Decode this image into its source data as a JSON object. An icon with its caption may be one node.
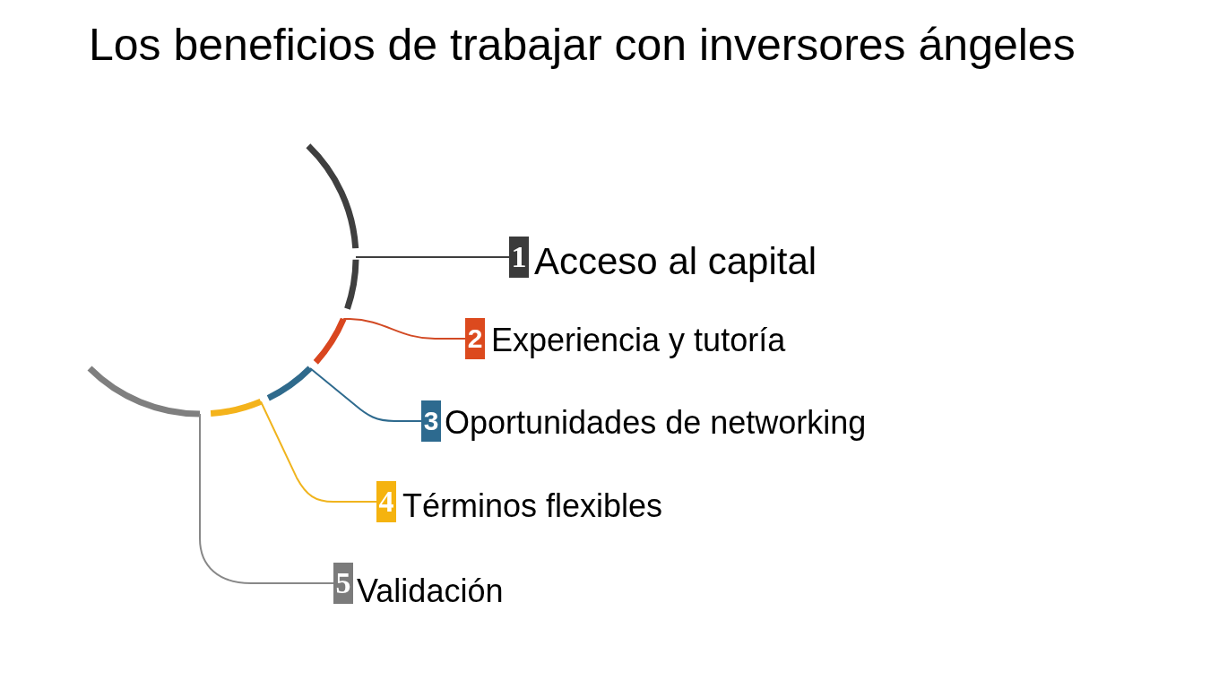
{
  "diagram": {
    "title": "Los beneficios de trabajar con inversores ángeles",
    "nodes": [
      {
        "text": [
          "1"
        ],
        "beside": [
          "Acceso al capital"
        ]
      },
      {
        "text": [
          "2"
        ],
        "beside": [
          "Experiencia y tutoría"
        ]
      },
      {
        "text": [
          "3"
        ],
        "beside": [
          "Oportunidades de networking"
        ]
      },
      {
        "text": [
          "4"
        ],
        "beside": [
          "Términos flexibles"
        ]
      },
      {
        "text": [
          "5"
        ],
        "beside": [
          "Validación"
        ]
      },
      {
        "text": [],
        "shape": "arc"
      },
      {
        "text": [],
        "shape": "arc"
      },
      {
        "text": [],
        "shape": "arc"
      },
      {
        "text": [],
        "shape": "arc"
      },
      {
        "text": [],
        "shape": "arc"
      }
    ],
    "edges": [
      {
        "from": 5,
        "to": 0,
        "arrow": "none",
        "color": "#3e3e3e"
      },
      {
        "from": 6,
        "to": 1,
        "arrow": "none",
        "color": "#d24a24"
      },
      {
        "from": 7,
        "to": 2,
        "arrow": "none",
        "color": "#2e6a8e"
      },
      {
        "from": 8,
        "to": 3,
        "arrow": "none",
        "color": "#f0b41e"
      },
      {
        "from": 9,
        "to": 4,
        "arrow": "none",
        "color": "#888888"
      }
    ]
  }
}
